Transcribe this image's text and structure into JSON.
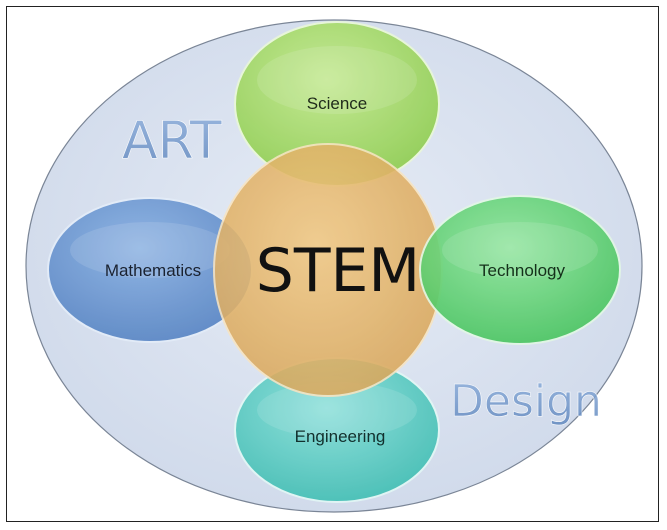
{
  "diagram": {
    "outer_words": {
      "top_left": "ART",
      "bottom_right": "Design"
    },
    "center": "STEM",
    "nodes": {
      "top": "Science",
      "left": "Mathematics",
      "right": "Technology",
      "bottom": "Engineering"
    },
    "colors": {
      "outer_fill": "#dbe3f1",
      "outer_stroke": "#7a8596",
      "center_fill": "#e7b86f",
      "science_fill": "#a6dc6a",
      "mathematics_fill": "#6d98d2",
      "technology_fill": "#5fd472",
      "engineering_fill": "#58cec4",
      "outer_word_color": "#6f95c7"
    }
  }
}
